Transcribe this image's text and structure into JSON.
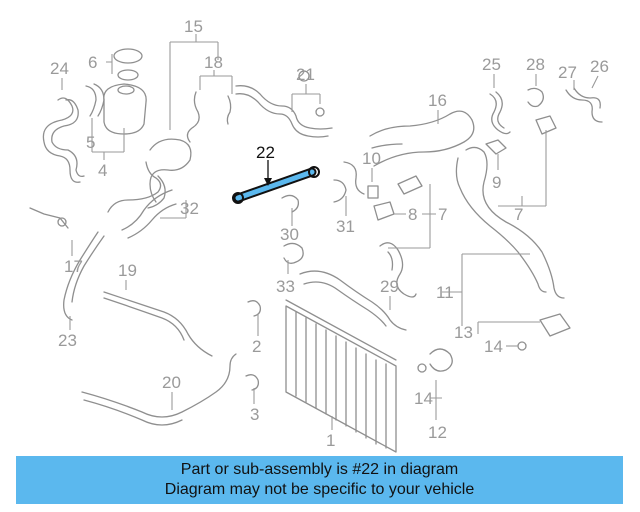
{
  "diagram": {
    "highlighted_part": "22",
    "highlight_color": "#5bb8ee",
    "labels": {
      "l1": "1",
      "l2": "2",
      "l3": "3",
      "l4": "4",
      "l5": "5",
      "l6": "6",
      "l7a": "7",
      "l7b": "7",
      "l8": "8",
      "l9": "9",
      "l10": "10",
      "l11": "11",
      "l12": "12",
      "l13": "13",
      "l14a": "14",
      "l14b": "14",
      "l15": "15",
      "l16": "16",
      "l17": "17",
      "l18": "18",
      "l19": "19",
      "l20": "20",
      "l21": "21",
      "l22": "22",
      "l23": "23",
      "l24": "24",
      "l25": "25",
      "l26": "26",
      "l27": "27",
      "l28": "28",
      "l29": "29",
      "l30": "30",
      "l31": "31",
      "l32": "32",
      "l33": "33"
    }
  },
  "banner": {
    "line1": "Part or sub-assembly is #22 in diagram",
    "line2": "Diagram may not be specific to your vehicle",
    "background": "#5bb8ee"
  }
}
